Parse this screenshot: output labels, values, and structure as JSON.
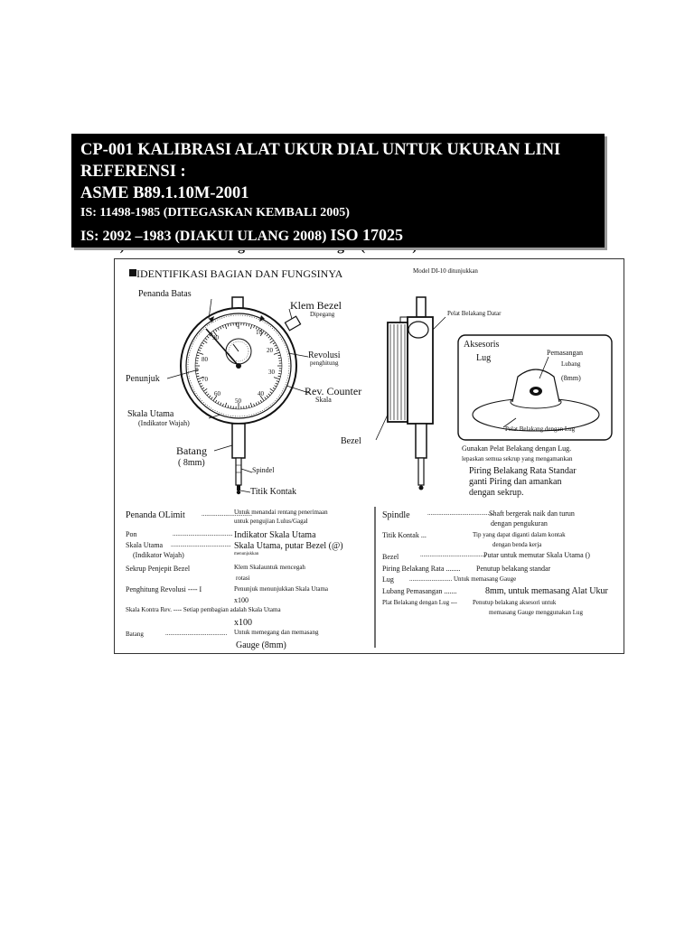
{
  "banner": {
    "line1": "CP-001 KALIBRASI ALAT UKUR DIAL UNTUK UKURAN LINI",
    "line2": "REFERENSI :",
    "line3": "ASME B89.1.10M-2001",
    "line4": "IS: 11498-1985 (DITEGASKAN KEMBALI 2005)",
    "line5a": "IS: 2092 –1983 (DIAKUI ULANG 2008)",
    "line5b": "ISO 17025"
  },
  "under_heading": "1.0 A) Nomenklatur Pengukur Dial Plunger (TIPE A).",
  "figure": {
    "title": "IDENTIFIKASI BAGIAN DAN FUNGSINYA",
    "model": "Model DI-10 ditunjukkan",
    "labels": {
      "penanda_batas": "Penanda Batas",
      "klem_bezel": "Klem Bezel",
      "klem_bezel_sub": "Dipegang",
      "revolusi": "Revolusi",
      "revolusi_sub": "penghitung",
      "penunjuk": "Penunjuk",
      "rev_counter": "Rev. Counter",
      "skala_small": "Skala",
      "skala_utama": "Skala Utama",
      "indikator_wajah": "(Indikator Wajah)",
      "batang": "Batang",
      "batang_8mm": "( 8mm)",
      "spindel": "Spindel",
      "titik_kontak": "Titik Kontak",
      "bezel": "Bezel",
      "pelat_belakang_datar": "Pelat Belakang Datar",
      "aksesoris": "Aksesoris",
      "lug": "Lug",
      "pemasangan": "Pemasangan",
      "lubang": "Lubang",
      "lubang_8mm": "(8mm)",
      "pelat_belakang_lug": "Pelat Belakang dengan Lug",
      "gunakan": "Gunakan Pelat Belakang dengan Lug.",
      "lepaskan": "lepaskan semua sekrup yang mengamankan",
      "piring1": "Piring Belakang Rata Standar",
      "piring2": "ganti Piring  dan amankan",
      "piring3": "dengan sekrup."
    },
    "left_table": {
      "r1_label": "Penanda OLimit",
      "r1_desc1": "Untuk menandai rentang penerimaan",
      "r1_desc2": "untuk pengujian Lulus/Gagal",
      "r2_label": "Pon",
      "r2_desc": "Indikator Skala Utama",
      "r3_label": "Skala Utama",
      "r3_sub": "(Indikator Wajah)",
      "r3_desc": "Skala Utama, putar Bezel (@)",
      "r3_tiny": "menunjukkan",
      "r4_label": "Sekrup Penjepit Bezel",
      "r4_desc1": "Klem Skalauntuk mencegah",
      "r4_desc2": "rotasi",
      "r5_label": "Penghitung Revolusi ---- I",
      "r5_desc1": "Penunjuk menunjukkan Skala Utama",
      "r5_desc2": "x100",
      "r6_label": "Skala Kontra Rev. ---- Setiap pembagian adalah Skala Utama",
      "r6_desc": "x100",
      "r7_label": "Batang",
      "r7_desc1": "Untuk memegang dan memasang",
      "r7_desc2": "Gauge (8mm)"
    },
    "right_table": {
      "r1_label": "Spindle",
      "r1_desc1": "Shaft bergerak naik dan turun",
      "r1_desc2": "dengan pengukuran",
      "r2_label": "Titik Kontak ...",
      "r2_desc1": "Tip yang dapat diganti dalam kontak",
      "r2_desc2": "dengan benda kerja",
      "r3_label": "Bezel",
      "r3_desc": "Putar untuk memutar Skala Utama ()",
      "r4_label": "Piring Belakang Rata ........",
      "r4_desc": "Penutup belakang standar",
      "r5_label": "Lug",
      "r5_desc": "........................... Untuk memasang Gauge",
      "r6_label": "Lubang Pemasangan .......",
      "r6_desc": "8mm, untuk memasang Alat Ukur",
      "r7_label": "Plat Belakang dengan Lug ---",
      "r7_desc1": "Penutup belakang aksesori untuk",
      "r7_desc2": "memasang Gauge menggunakan Lug"
    },
    "dial": {
      "num_0": "0",
      "num_10": "10",
      "num_20": "20",
      "num_30": "30",
      "num_40": "40",
      "num_50": "50",
      "num_60": "60",
      "num_70": "70",
      "num_80": "80",
      "num_90": "90"
    }
  }
}
